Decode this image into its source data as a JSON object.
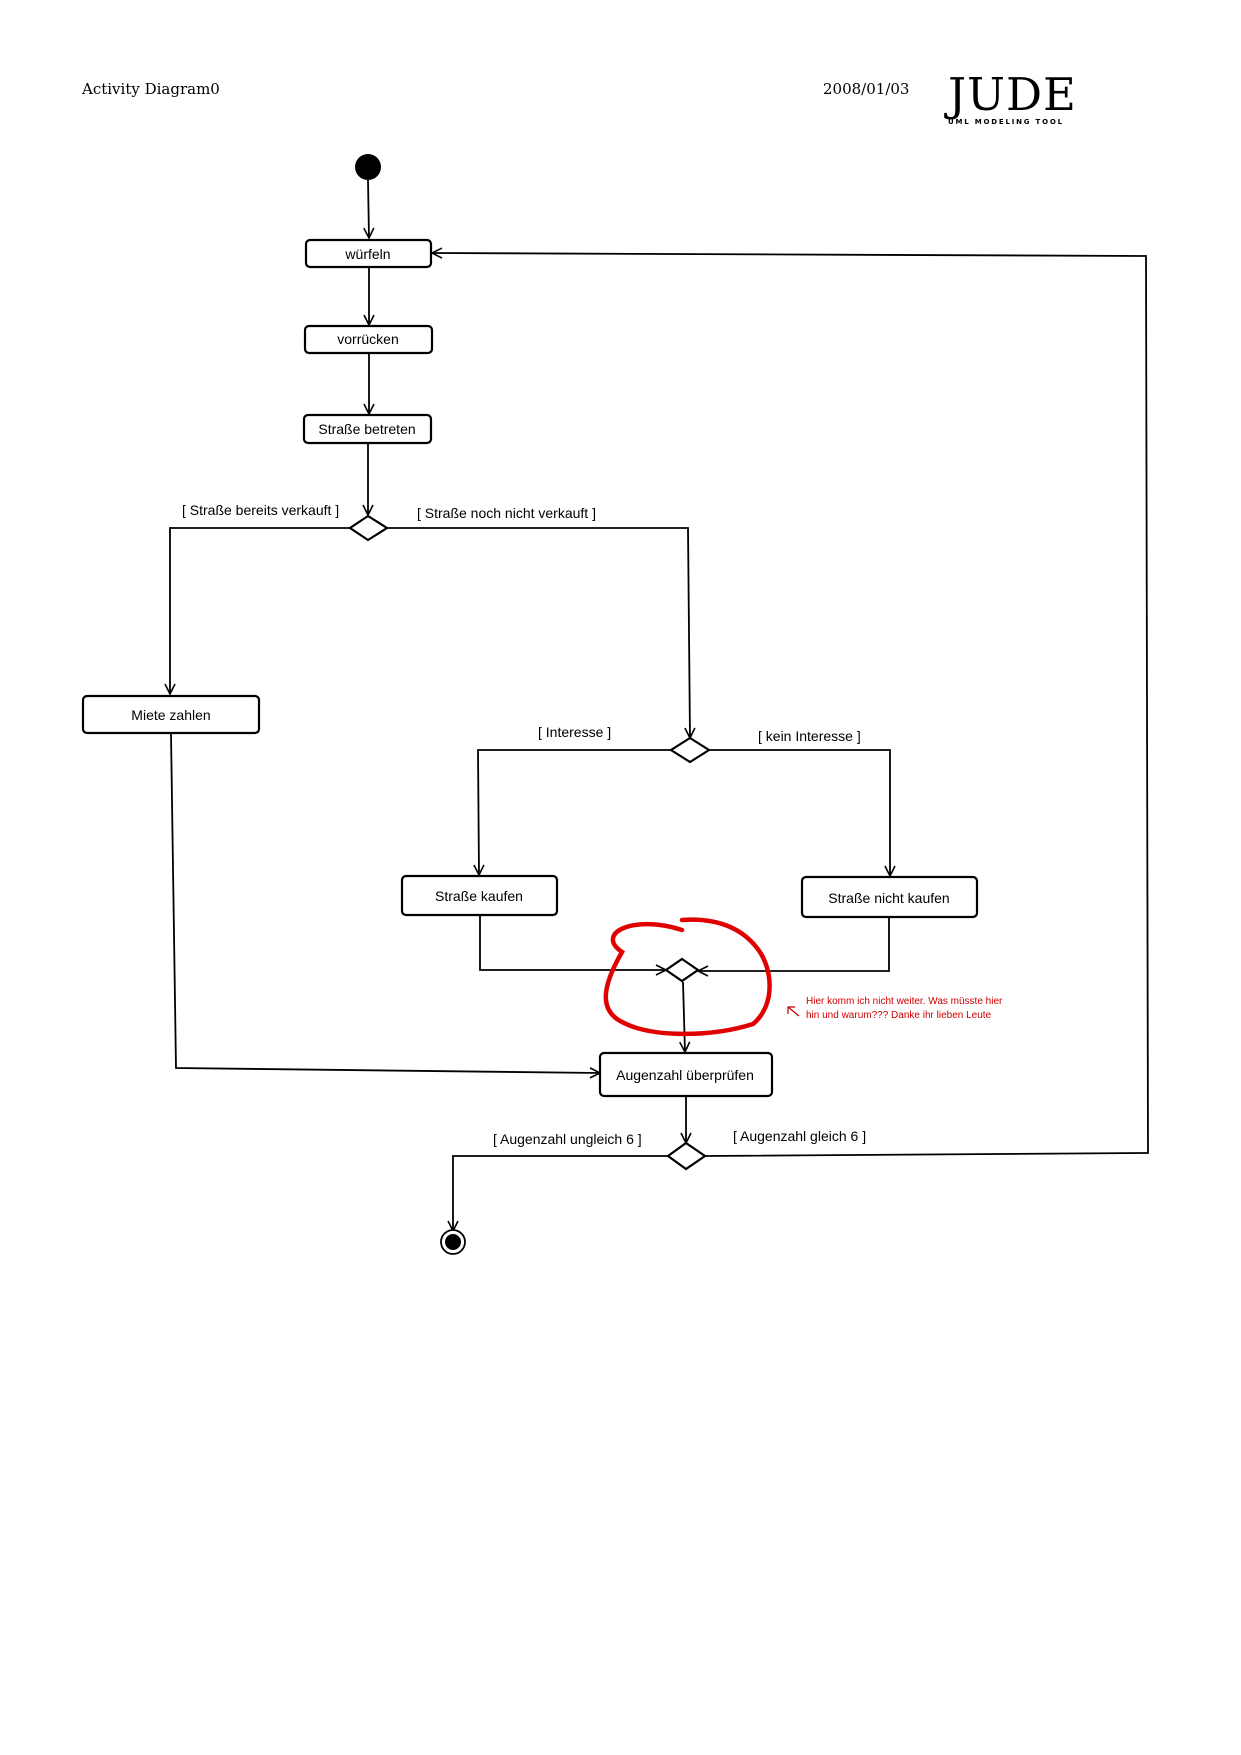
{
  "header": {
    "diagram_name": "Activity Diagram0",
    "date": "2008/01/03",
    "logo_main": "JUDE",
    "logo_sub": "UML MODELING TOOL"
  },
  "actions": {
    "wuerfeln": "würfeln",
    "vorruecken": "vorrücken",
    "strasse_betreten": "Straße betreten",
    "miete_zahlen": "Miete zahlen",
    "strasse_kaufen": "Straße kaufen",
    "strasse_nicht_kaufen": "Straße nicht kaufen",
    "augenzahl_pruefen": "Augenzahl überprüfen"
  },
  "guards": {
    "bereits_verkauft": "[ Straße bereits verkauft ]",
    "noch_nicht_verkauft": "[ Straße noch nicht verkauft ]",
    "interesse": "[ Interesse ]",
    "kein_interesse": "[ kein Interesse ]",
    "ungleich_6": "[ Augenzahl ungleich 6 ]",
    "gleich_6": "[ Augenzahl gleich 6 ]"
  },
  "annotation": {
    "line1": "Hier komm ich nicht weiter. Was müsste hier",
    "line2": "hin und warum??? Danke ihr lieben Leute",
    "color": "#e00000"
  }
}
